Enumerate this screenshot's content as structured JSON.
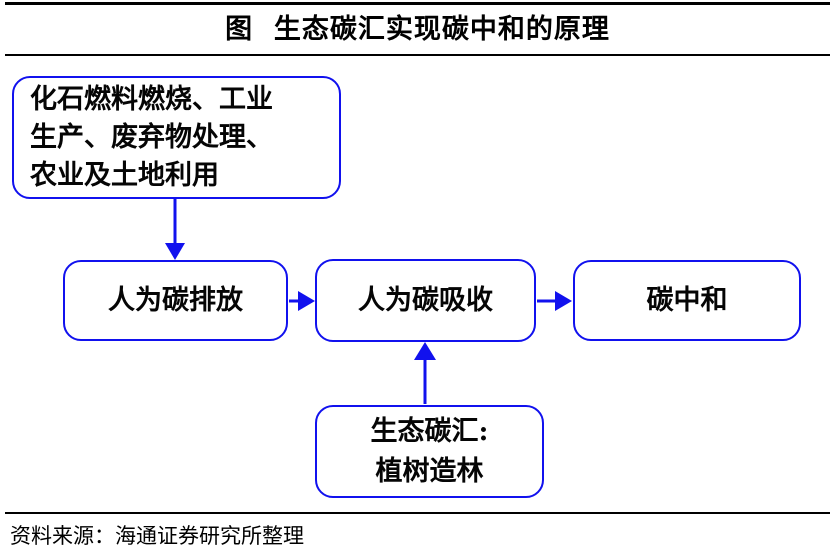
{
  "title": {
    "text": "图  生态碳汇实现碳中和的原理"
  },
  "footer": {
    "source": "资料来源：海通证券研究所整理"
  },
  "colors": {
    "node_border": "#1111EE",
    "connector": "#1111EE",
    "rule": "#000000",
    "text": "#000000",
    "background": "#FFFFFF"
  },
  "diagram": {
    "type": "flowchart",
    "nodes": [
      {
        "id": "sources",
        "shape": "rounded-rectangle",
        "align": "left",
        "lines": [
          "化石燃料燃烧、工业",
          "生产、废弃物处理、",
          "农业及土地利用"
        ]
      },
      {
        "id": "emission",
        "shape": "rounded-rectangle",
        "align": "center",
        "lines": [
          "人为碳排放"
        ]
      },
      {
        "id": "absorption",
        "shape": "rounded-rectangle",
        "align": "center",
        "lines": [
          "人为碳吸收"
        ]
      },
      {
        "id": "neutrality",
        "shape": "rounded-rectangle",
        "align": "center",
        "lines": [
          "碳中和"
        ]
      },
      {
        "id": "ecosink",
        "shape": "rounded-rectangle",
        "align": "center",
        "lines": [
          "生态碳汇:",
          "植树造林"
        ]
      }
    ],
    "edges": [
      {
        "id": "sources-to-emission",
        "from": "sources",
        "to": "emission",
        "direction": "down",
        "arrowhead": "filled-triangle"
      },
      {
        "id": "emission-to-absorption",
        "from": "emission",
        "to": "absorption",
        "direction": "right",
        "arrowhead": "filled-triangle"
      },
      {
        "id": "absorption-to-neutrality",
        "from": "absorption",
        "to": "neutrality",
        "direction": "right",
        "arrowhead": "filled-triangle"
      },
      {
        "id": "ecosink-to-absorption",
        "from": "ecosink",
        "to": "absorption",
        "direction": "up",
        "arrowhead": "filled-triangle"
      }
    ]
  }
}
